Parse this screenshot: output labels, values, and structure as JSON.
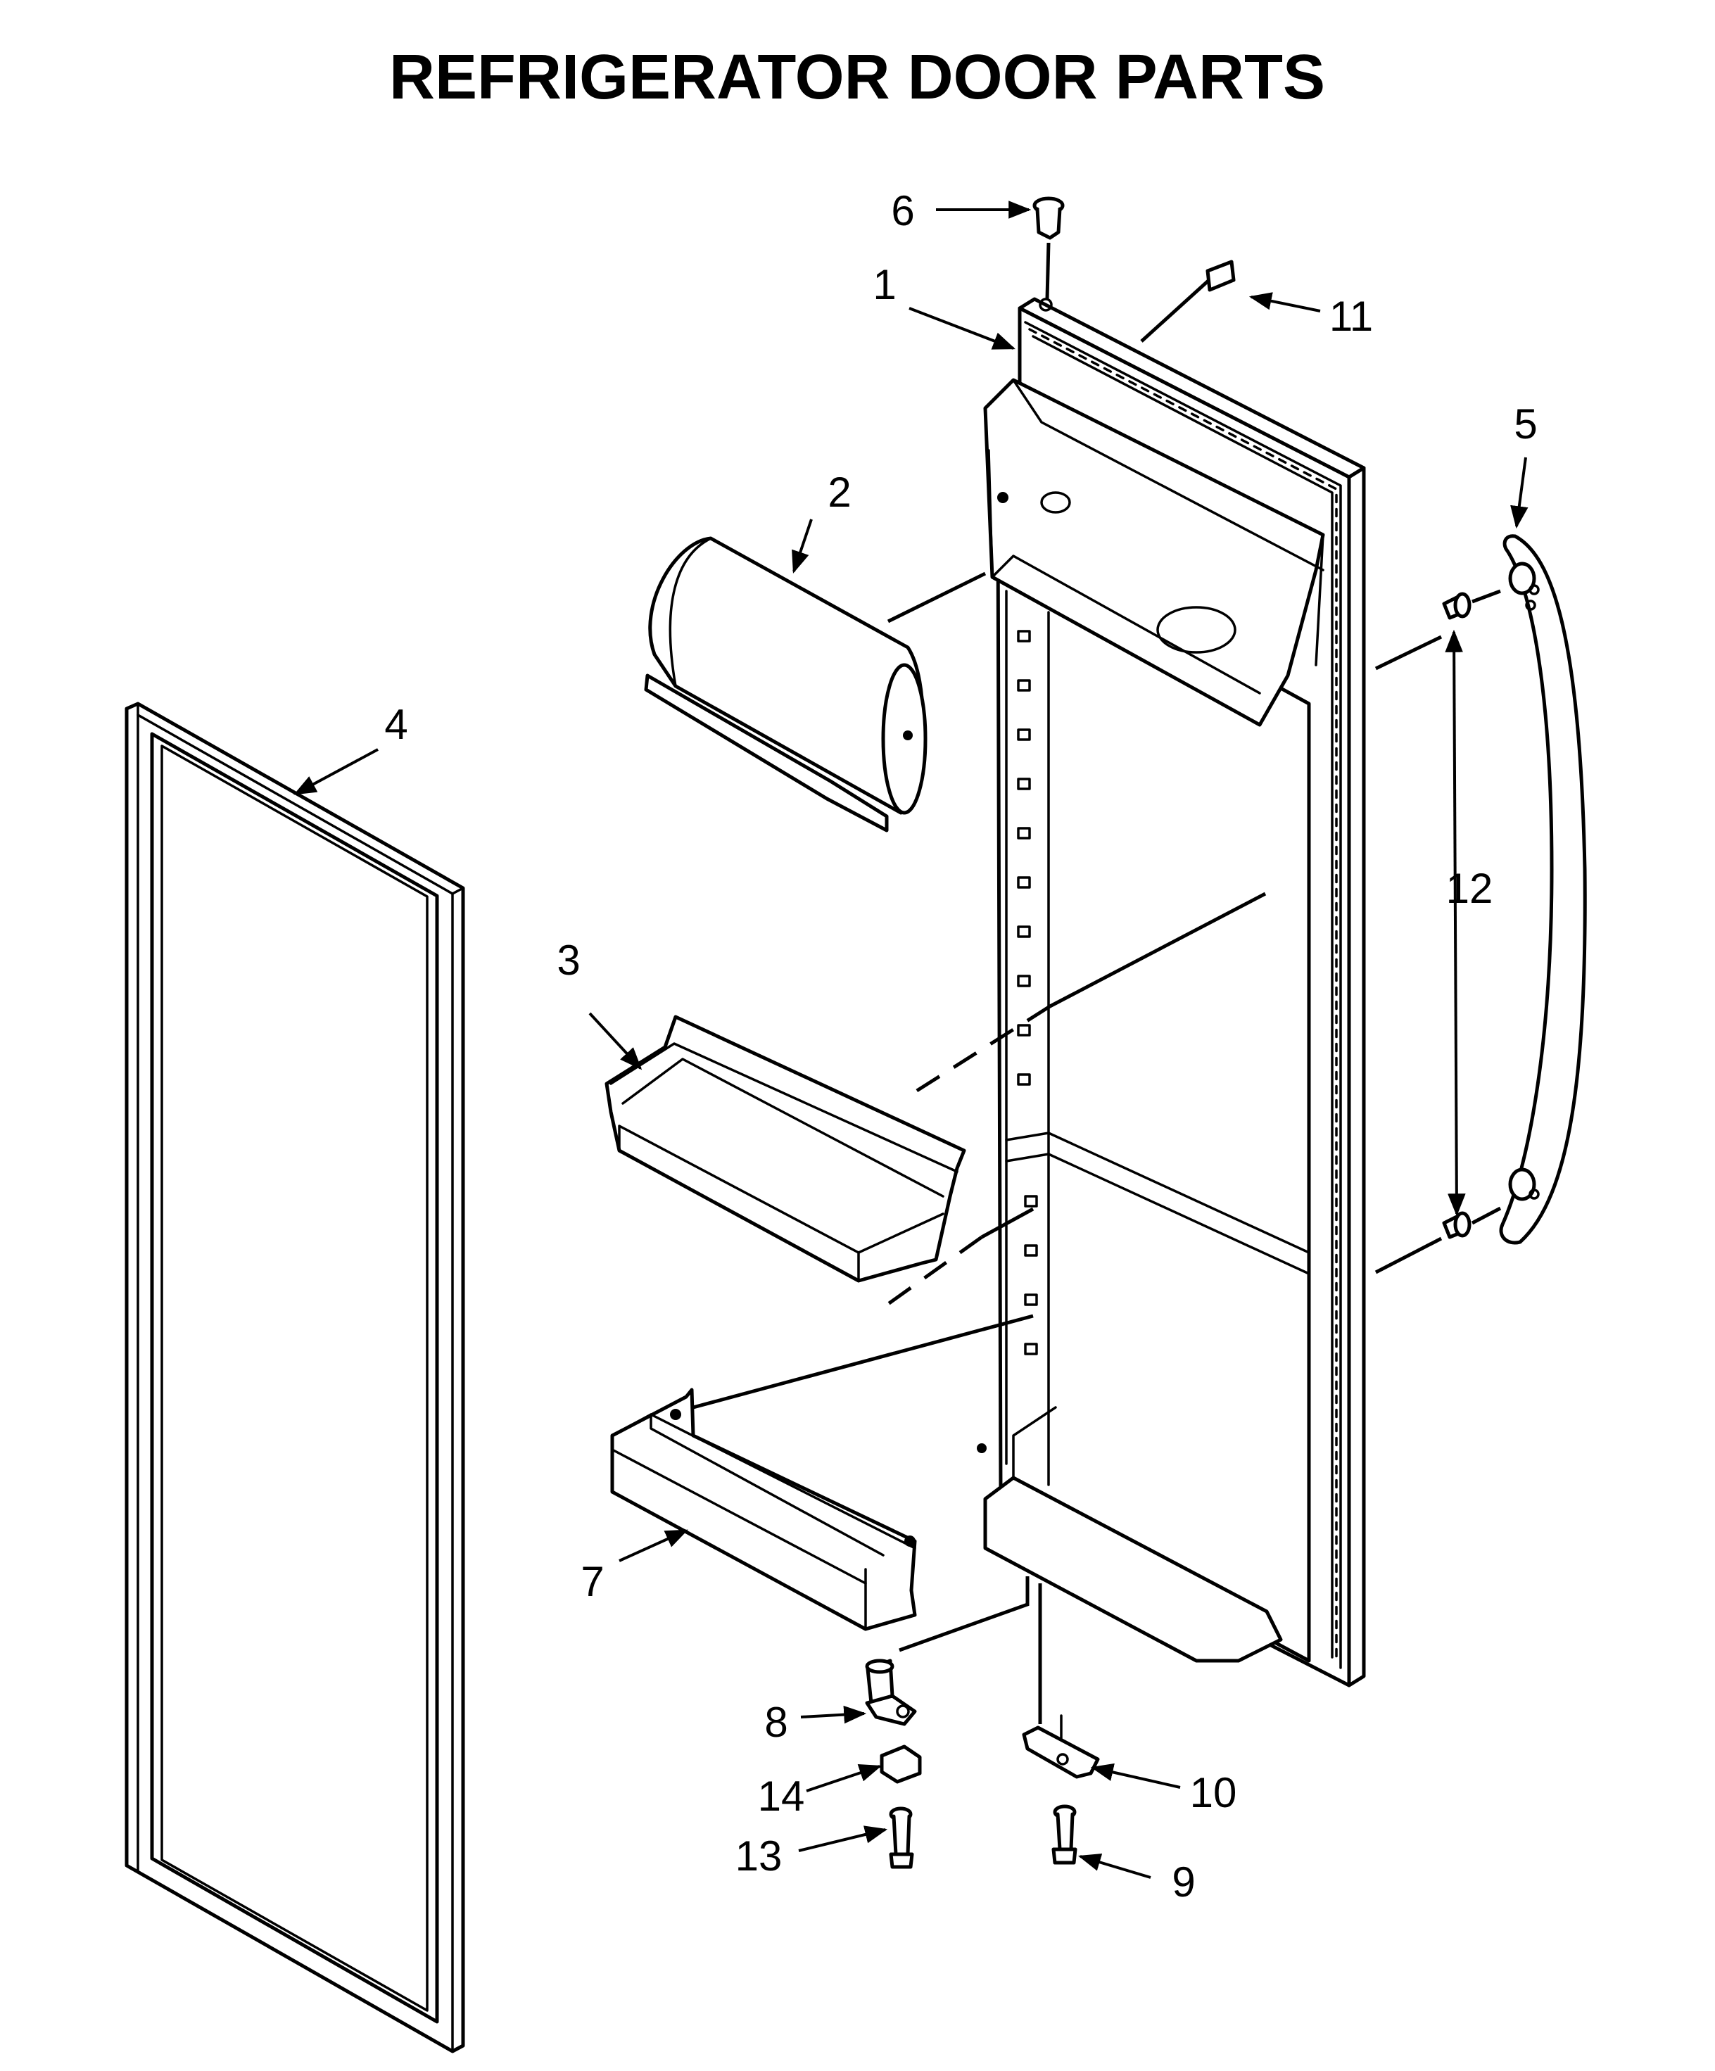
{
  "title": "REFRIGERATOR DOOR PARTS",
  "callouts": {
    "c1": "1",
    "c2": "2",
    "c3": "3",
    "c4": "4",
    "c5": "5",
    "c6": "6",
    "c7": "7",
    "c8": "8",
    "c9": "9",
    "c10": "10",
    "c11": "11",
    "c12": "12",
    "c13": "13",
    "c14": "14"
  },
  "icons": [
    "arrowhead-marker"
  ]
}
